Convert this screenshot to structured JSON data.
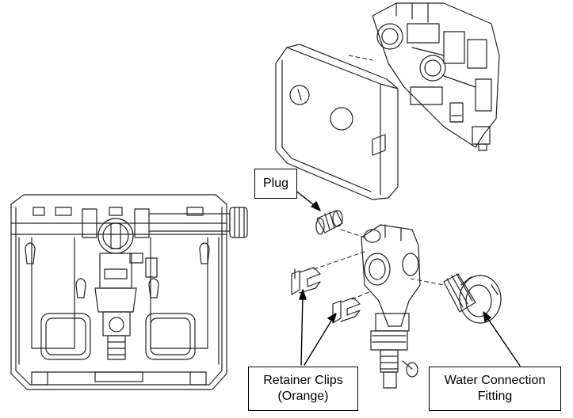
{
  "labels": {
    "plug": "Plug",
    "retainer_clips": "Retainer Clips\n(Orange)",
    "water_connection_fitting": "Water Connection\nFitting"
  },
  "colors": {
    "line": "#222222",
    "background": "#ffffff"
  }
}
